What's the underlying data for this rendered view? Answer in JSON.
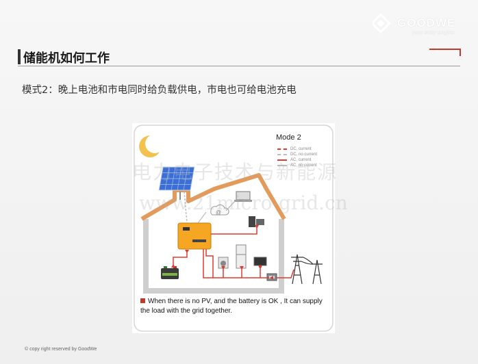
{
  "brand": {
    "name": "GOODWE",
    "tagline": "your solar engine"
  },
  "page": {
    "title": "储能机如何工作",
    "subtitle": "模式2：晚上电池和市电同时给负载供电，市电也可给电池充电"
  },
  "figure": {
    "mode_title": "Mode 2",
    "legend": [
      {
        "label": "DC, current",
        "color": "#e03a2f"
      },
      {
        "label": "DC, no current",
        "color": "#bdbdbd"
      },
      {
        "label": "AC, current",
        "color": "#e03a2f"
      },
      {
        "label": "AC, no current",
        "color": "#bdbdbd"
      }
    ],
    "cloud_label": "@",
    "caption": "When there is no PV, and the battery is OK , It can supply the load with the grid together.",
    "watermark_cn": "电力电子技术与新能源",
    "watermark_url": "www.21micro-grid.cn"
  },
  "footer": {
    "copyright": "© copy right reserved by GoodWe"
  },
  "colors": {
    "accent": "#c0392b",
    "roof": "#e39a5a",
    "inverter": "#f5a623",
    "wire": "#e03a2f",
    "panel": "#3b6fd6"
  }
}
